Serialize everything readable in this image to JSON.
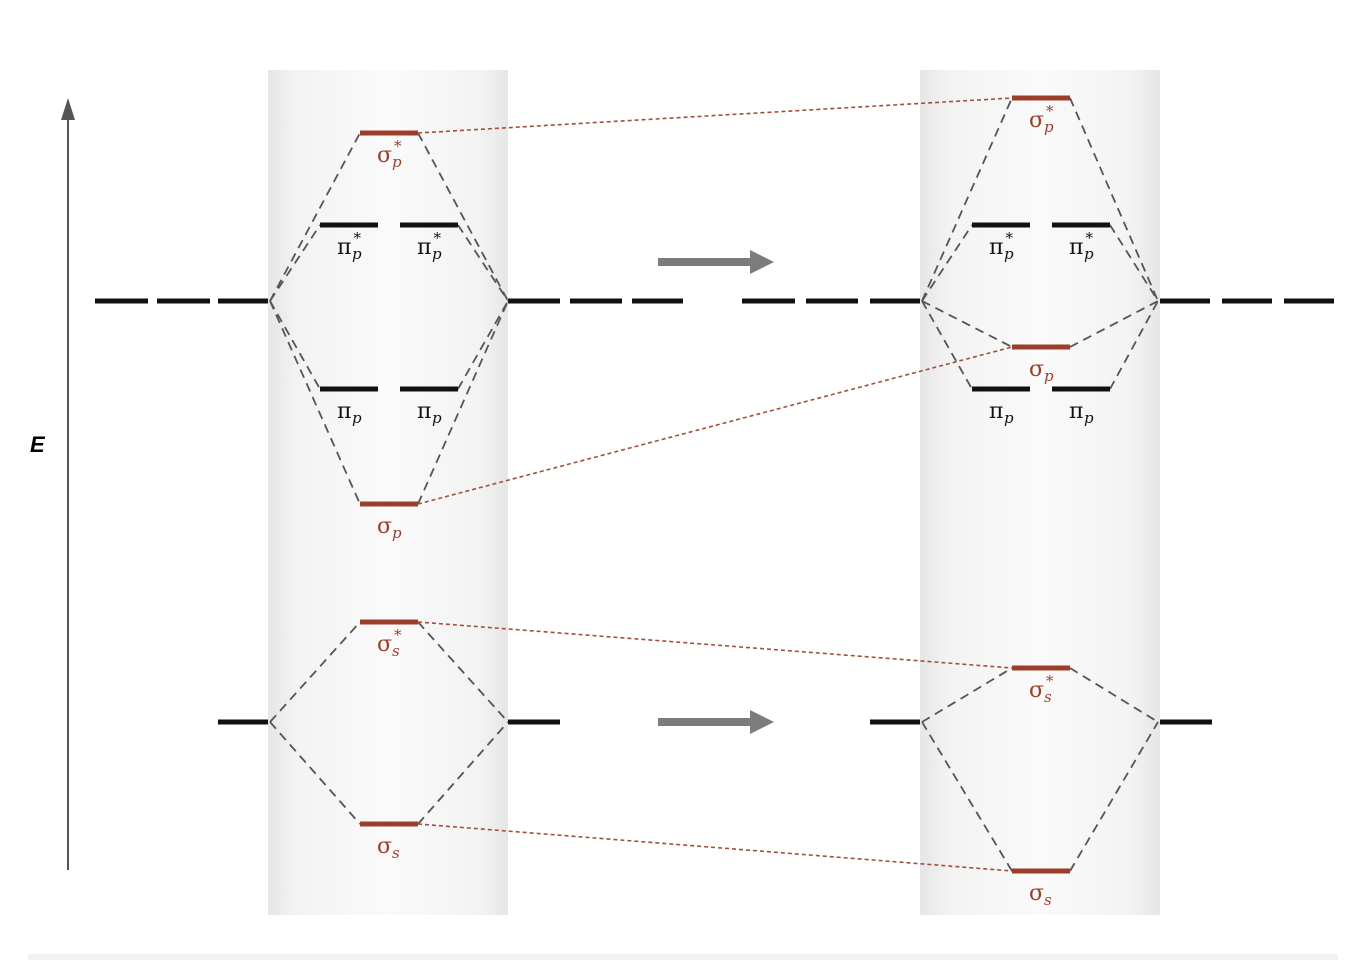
{
  "axis": {
    "label": "E"
  },
  "colors": {
    "sigma": "#9b3f2a",
    "pi": "#111111",
    "atomic": "#111111",
    "connector": "#555555",
    "correlation": "#a0513a",
    "arrow": "#7c7c7c",
    "axis": "#555555",
    "panel": "#efefef"
  },
  "panels": [
    {
      "name": "left",
      "orbitals": [
        {
          "id": "sigma-p-star",
          "symbol": "σ",
          "sub": "p",
          "sup": "*",
          "kind": "sigma"
        },
        {
          "id": "pi-p-star-1",
          "symbol": "π",
          "sub": "p",
          "sup": "*",
          "kind": "pi"
        },
        {
          "id": "pi-p-star-2",
          "symbol": "π",
          "sub": "p",
          "sup": "*",
          "kind": "pi"
        },
        {
          "id": "pi-p-1",
          "symbol": "π",
          "sub": "p",
          "sup": "",
          "kind": "pi"
        },
        {
          "id": "pi-p-2",
          "symbol": "π",
          "sub": "p",
          "sup": "",
          "kind": "pi"
        },
        {
          "id": "sigma-p",
          "symbol": "σ",
          "sub": "p",
          "sup": "",
          "kind": "sigma"
        },
        {
          "id": "sigma-s-star",
          "symbol": "σ",
          "sub": "s",
          "sup": "*",
          "kind": "sigma"
        },
        {
          "id": "sigma-s",
          "symbol": "σ",
          "sub": "s",
          "sup": "",
          "kind": "sigma"
        }
      ]
    },
    {
      "name": "right",
      "orbitals": [
        {
          "id": "sigma-p-star",
          "symbol": "σ",
          "sub": "p",
          "sup": "*",
          "kind": "sigma"
        },
        {
          "id": "pi-p-star-1",
          "symbol": "π",
          "sub": "p",
          "sup": "*",
          "kind": "pi"
        },
        {
          "id": "pi-p-star-2",
          "symbol": "π",
          "sub": "p",
          "sup": "*",
          "kind": "pi"
        },
        {
          "id": "sigma-p",
          "symbol": "σ",
          "sub": "p",
          "sup": "",
          "kind": "sigma"
        },
        {
          "id": "pi-p-1",
          "symbol": "π",
          "sub": "p",
          "sup": "",
          "kind": "pi"
        },
        {
          "id": "pi-p-2",
          "symbol": "π",
          "sub": "p",
          "sup": "",
          "kind": "pi"
        },
        {
          "id": "sigma-s-star",
          "symbol": "σ",
          "sub": "s",
          "sup": "*",
          "kind": "sigma"
        },
        {
          "id": "sigma-s",
          "symbol": "σ",
          "sub": "s",
          "sup": "",
          "kind": "sigma"
        }
      ]
    }
  ],
  "correlations": [
    {
      "from": "sigma-p-star",
      "to": "sigma-p-star"
    },
    {
      "from": "sigma-p",
      "to": "sigma-p"
    },
    {
      "from": "sigma-s-star",
      "to": "sigma-s-star"
    },
    {
      "from": "sigma-s",
      "to": "sigma-s"
    }
  ]
}
